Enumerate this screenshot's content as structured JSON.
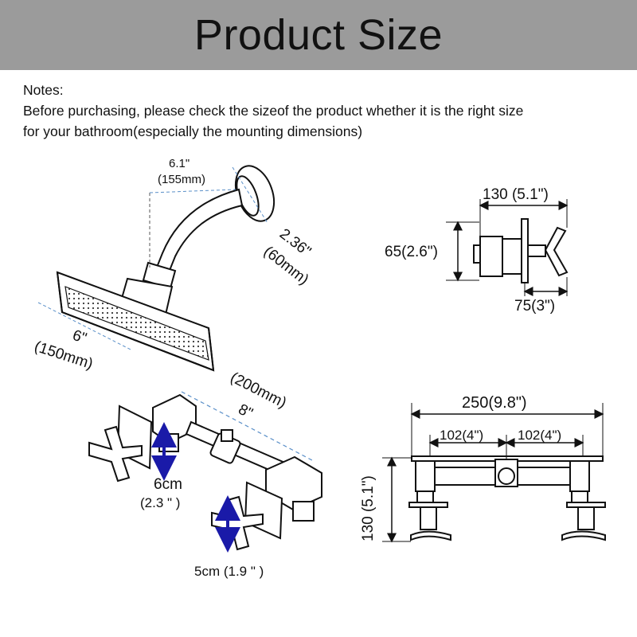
{
  "header": {
    "title": "Product Size"
  },
  "notes": {
    "heading": "Notes:",
    "line1": "Before purchasing, please check the sizeof the product whether it is the right size",
    "line2": "for your bathroom(especially the mounting dimensions)"
  },
  "shower_head": {
    "arm_length_in": "6.1\"",
    "arm_length_mm": "(155mm)",
    "flange_in": "2.36\"",
    "flange_mm": "(60mm)",
    "head_in": "6\"",
    "head_mm": "(150mm)"
  },
  "valve_side": {
    "height": "65(2.6\")",
    "depth": "130 (5.1\")",
    "handle": "75(3\")"
  },
  "mixer_iso": {
    "spacing_mm": "(200mm)",
    "spacing_in": "8\"",
    "upper_cm": "6cm",
    "upper_in": "(2.3 \" )",
    "lower": "5cm (1.9 \" )"
  },
  "mixer_front": {
    "total_width": "250(9.8\")",
    "left_spacing": "102(4\")",
    "right_spacing": "102(4\")",
    "height": "130 (5.1\")"
  },
  "colors": {
    "header_bg": "#9b9b9b",
    "annotation_blue": "#1a1aa8",
    "dim_line": "#5a8fc8"
  }
}
